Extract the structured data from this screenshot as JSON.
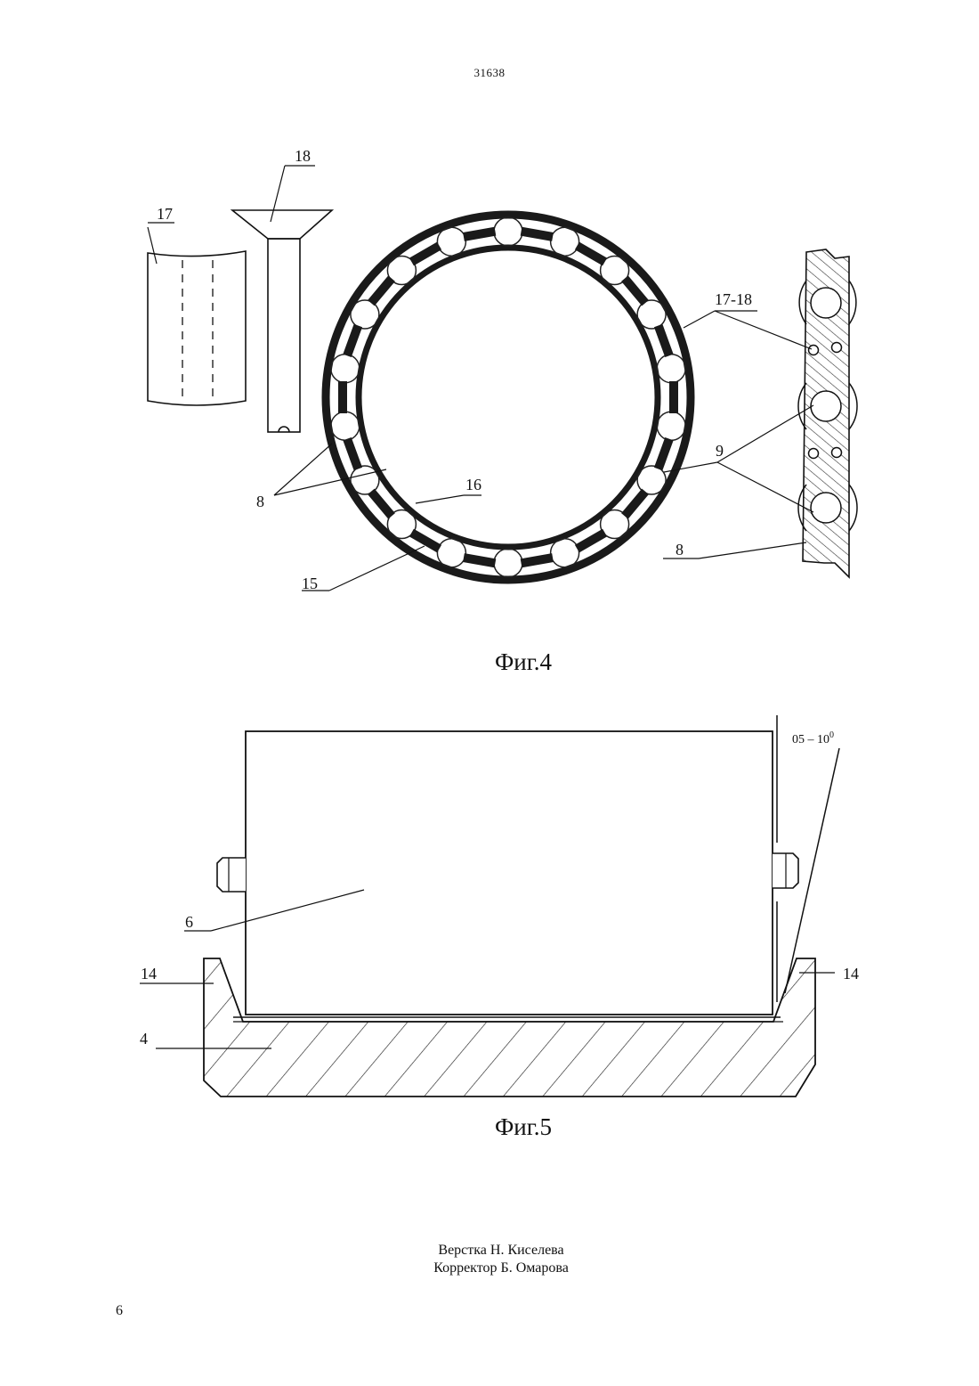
{
  "header": {
    "document_number": "31638"
  },
  "figure4": {
    "caption": "Фиг.4",
    "labels": {
      "part17": "17",
      "part18": "18",
      "part17_18": "17-18",
      "part9": "9",
      "part16": "16",
      "part8_left": "8",
      "part8_right": "8",
      "part15": "15"
    }
  },
  "figure5": {
    "caption": "Фиг.5",
    "labels": {
      "angle": "05 – 10",
      "angle_superscript": "0",
      "part6": "6",
      "part14_left": "14",
      "part14_right": "14",
      "part4": "4"
    }
  },
  "footer": {
    "layout_credit": "Верстка Н. Киселева",
    "proofreader_credit": "Корректор Б. Омарова",
    "page_number": "6"
  }
}
